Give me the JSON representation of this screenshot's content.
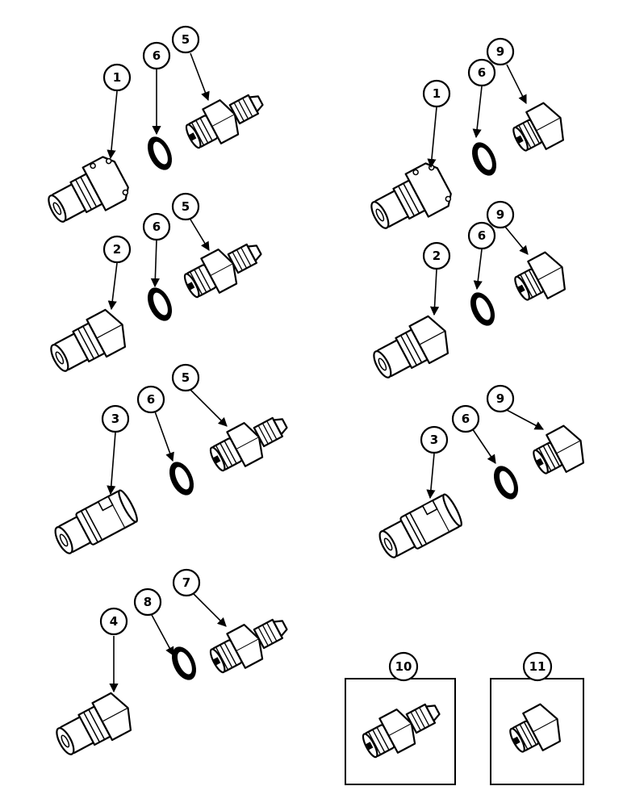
{
  "callouts": {
    "c1a": "1",
    "c6a": "6",
    "c5a": "5",
    "c2a": "2",
    "c6b": "6",
    "c5b": "5",
    "c3a": "3",
    "c6c": "6",
    "c5c": "5",
    "c4a": "4",
    "c8a": "8",
    "c7a": "7",
    "c1b": "1",
    "c6d": "6",
    "c9a": "9",
    "c2b": "2",
    "c6e": "6",
    "c9b": "9",
    "c3b": "3",
    "c6f": "6",
    "c9c": "9",
    "c10": "10",
    "c11": "11"
  },
  "colors": {
    "ink": "#000000",
    "paper": "#ffffff"
  }
}
